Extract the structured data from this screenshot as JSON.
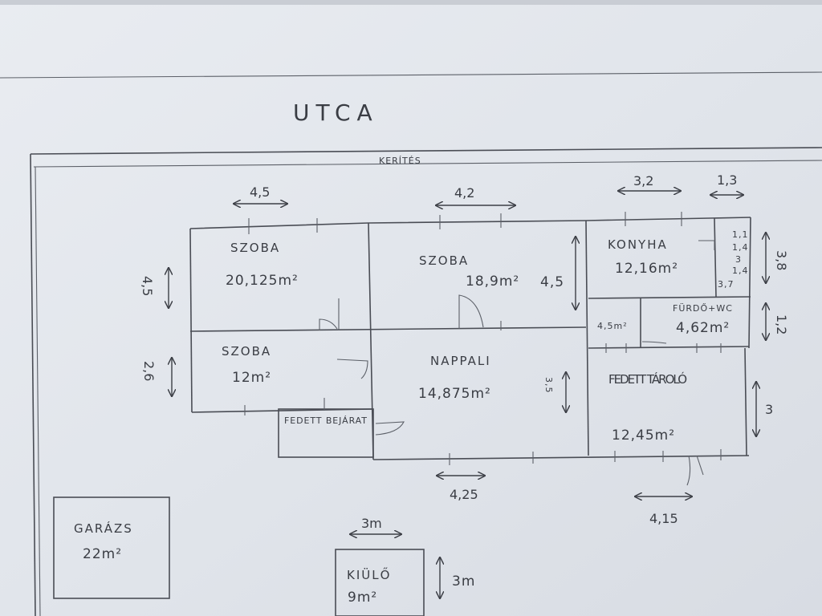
{
  "street_label": "UTCA",
  "fence_label": "KERÍTÉS",
  "rooms": [
    {
      "name": "SZOBA",
      "area": "20,125m²"
    },
    {
      "name": "SZOBA",
      "area": "18,9m²"
    },
    {
      "name": "KONYHA",
      "area": "12,16m²"
    },
    {
      "name": "SZOBA",
      "area": "12m²"
    },
    {
      "name": "NAPPALI",
      "area": "14,875m²"
    },
    {
      "name": "FÜRDŐ+WC",
      "area": "4,62m²"
    },
    {
      "name": "FEDETT TÁROLÓ",
      "area": "12,45m²"
    },
    {
      "name": "FEDETT BEJÁRAT",
      "area": ""
    },
    {
      "name": "GARÁZS",
      "area": "22m²"
    },
    {
      "name": "KIÜLŐ",
      "area": "9m²"
    }
  ],
  "dimensions": {
    "szoba1_width": "4,5",
    "szoba1_height": "4,5",
    "szoba2_width": "4,2",
    "szoba2_height": "4,5",
    "konyha_width": "3,2",
    "wc_width": "1,3",
    "konyha_height": "3,8",
    "furdo_height": "1,2",
    "szoba3_height": "2,6",
    "nappali_height": "3,5",
    "nappali_width": "4,25",
    "tarolo_height": "3",
    "tarolo_width": "4,15",
    "kiulo_width": "3m",
    "kiulo_height": "3m",
    "small_area": "4,5m²",
    "wc_stack": [
      "1,1",
      "1,4",
      "3",
      "1,4",
      "3,7"
    ]
  }
}
